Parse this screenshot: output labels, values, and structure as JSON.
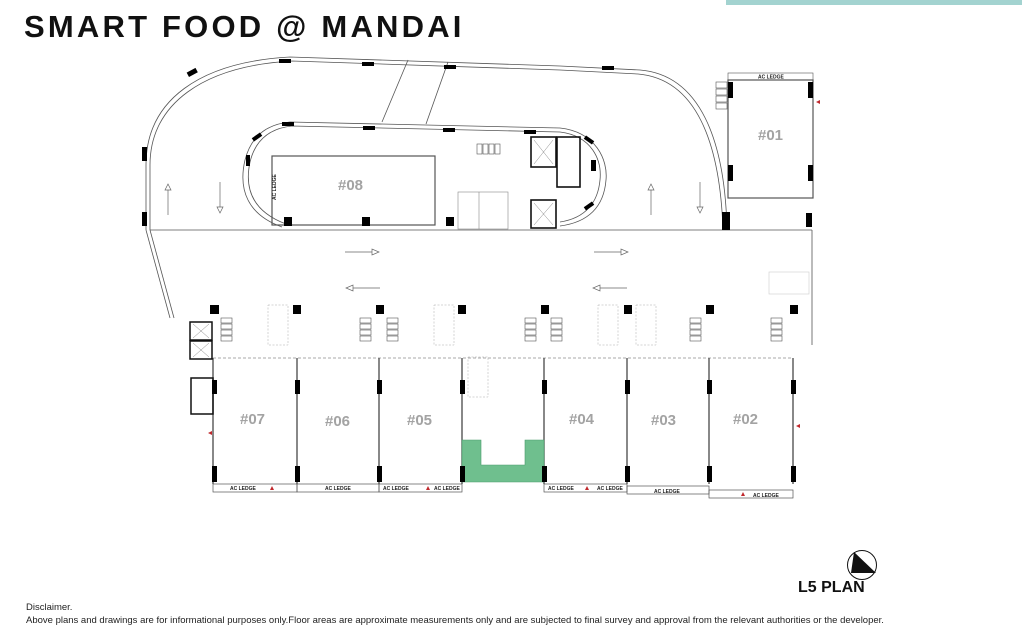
{
  "header": {
    "title": "SMART FOOD @ MANDAI",
    "accent_color": "#a3d3d0"
  },
  "plan": {
    "name": "L5 PLAN",
    "north_arrow": "north-arrow-icon",
    "units": [
      {
        "id": "#01"
      },
      {
        "id": "#02"
      },
      {
        "id": "#03"
      },
      {
        "id": "#04"
      },
      {
        "id": "#05"
      },
      {
        "id": "#06"
      },
      {
        "id": "#07"
      },
      {
        "id": "#08"
      }
    ],
    "ac_ledge_label": "AC LEDGE",
    "landscape_color": "#6fbf8e",
    "column_color": "#000000",
    "exit_marker_color": "#c0282d"
  },
  "footer": {
    "disclaimer_title": "Disclaimer.",
    "disclaimer_text": "Above plans and drawings are for informational purposes only.Floor areas are approximate measurements only and are subjected to final survey and approval from the relevant authorities or the developer."
  }
}
